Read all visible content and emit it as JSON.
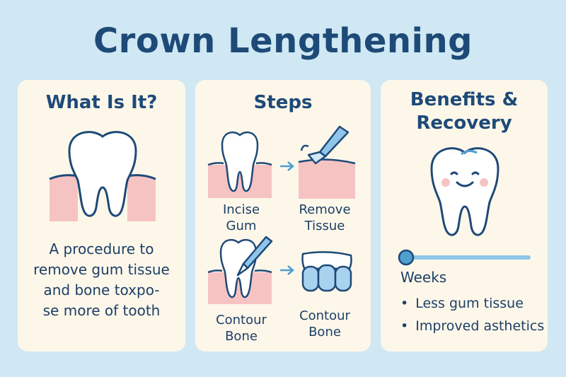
{
  "title": "Crown Lengthening",
  "panels": {
    "what": {
      "title": "What Is It?",
      "description": [
        "A procedure to",
        "remove gum tissue",
        "and bone toxpo-",
        "se more of tooth"
      ]
    },
    "steps": {
      "title": "Steps",
      "items": [
        {
          "label": [
            "Incise",
            "Gum"
          ]
        },
        {
          "label": [
            "Remove",
            "Tissue"
          ]
        },
        {
          "label": [
            "Contour",
            "Bone"
          ]
        },
        {
          "label": [
            "Contour",
            "Bone"
          ]
        }
      ]
    },
    "benefits": {
      "title_lines": [
        "Benefits &",
        "Recovery"
      ],
      "timeline_label": "Weeks",
      "items": [
        "Less gum tissue",
        "Improved asthetics"
      ]
    }
  },
  "colors": {
    "background": "#cfe8f3",
    "panel": "#fdf7ea",
    "ink": "#1e4a78",
    "gum": "#f6c3c3",
    "accent": "#4f9fd0"
  }
}
